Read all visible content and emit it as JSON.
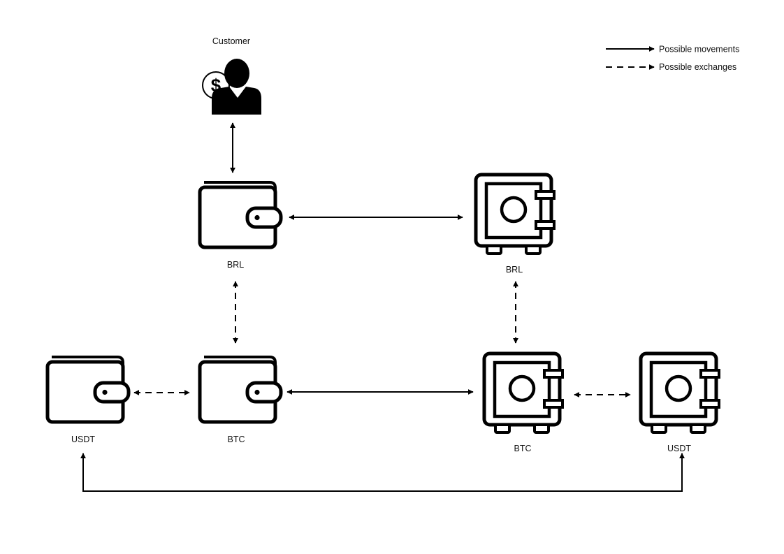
{
  "legend": {
    "movements_label": "Possible movements",
    "exchanges_label": "Possible exchanges"
  },
  "nodes": {
    "customer": {
      "label": "Customer",
      "icon": "customer-dollar-icon"
    },
    "wallet_brl": {
      "label": "BRL",
      "icon": "wallet-icon"
    },
    "wallet_btc": {
      "label": "BTC",
      "icon": "wallet-icon"
    },
    "wallet_usdt": {
      "label": "USDT",
      "icon": "wallet-icon"
    },
    "safe_brl": {
      "label": "BRL",
      "icon": "safe-icon"
    },
    "safe_btc": {
      "label": "BTC",
      "icon": "safe-icon"
    },
    "safe_usdt": {
      "label": "USDT",
      "icon": "safe-icon"
    }
  },
  "edges": [
    {
      "from": "customer",
      "to": "wallet_brl",
      "kind": "movement"
    },
    {
      "from": "wallet_brl",
      "to": "safe_brl",
      "kind": "movement"
    },
    {
      "from": "wallet_brl",
      "to": "wallet_btc",
      "kind": "exchange"
    },
    {
      "from": "safe_brl",
      "to": "safe_btc",
      "kind": "exchange"
    },
    {
      "from": "wallet_usdt",
      "to": "wallet_btc",
      "kind": "exchange"
    },
    {
      "from": "wallet_btc",
      "to": "safe_btc",
      "kind": "movement"
    },
    {
      "from": "safe_btc",
      "to": "safe_usdt",
      "kind": "exchange"
    },
    {
      "from": "wallet_usdt",
      "to": "safe_usdt",
      "kind": "movement"
    }
  ],
  "colors": {
    "stroke": "#000000",
    "text": "#111111",
    "background": "#ffffff"
  }
}
